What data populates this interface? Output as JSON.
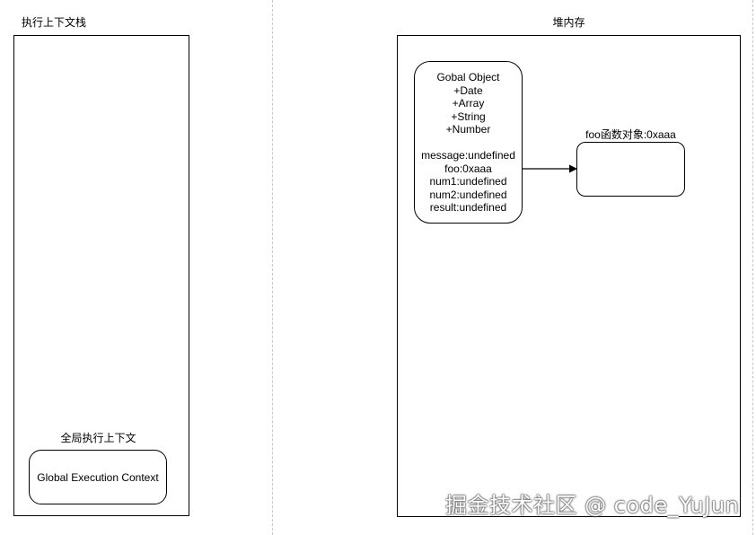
{
  "stack": {
    "title": "执行上下文栈",
    "gec_caption": "全局执行上下文",
    "gec_label": "Global Execution Context"
  },
  "heap": {
    "title": "堆内存",
    "global_object": {
      "lines": [
        "Gobal Object",
        "+Date",
        "+Array",
        "+String",
        "+Number",
        "",
        "message:undefined",
        "foo:0xaaa",
        "num1:undefined",
        "num2:undefined",
        "result:undefined"
      ]
    },
    "foo_object": {
      "caption": "foo函数对象:0xaaa"
    }
  },
  "watermark": "掘金技术社区 @ code_YuJun"
}
